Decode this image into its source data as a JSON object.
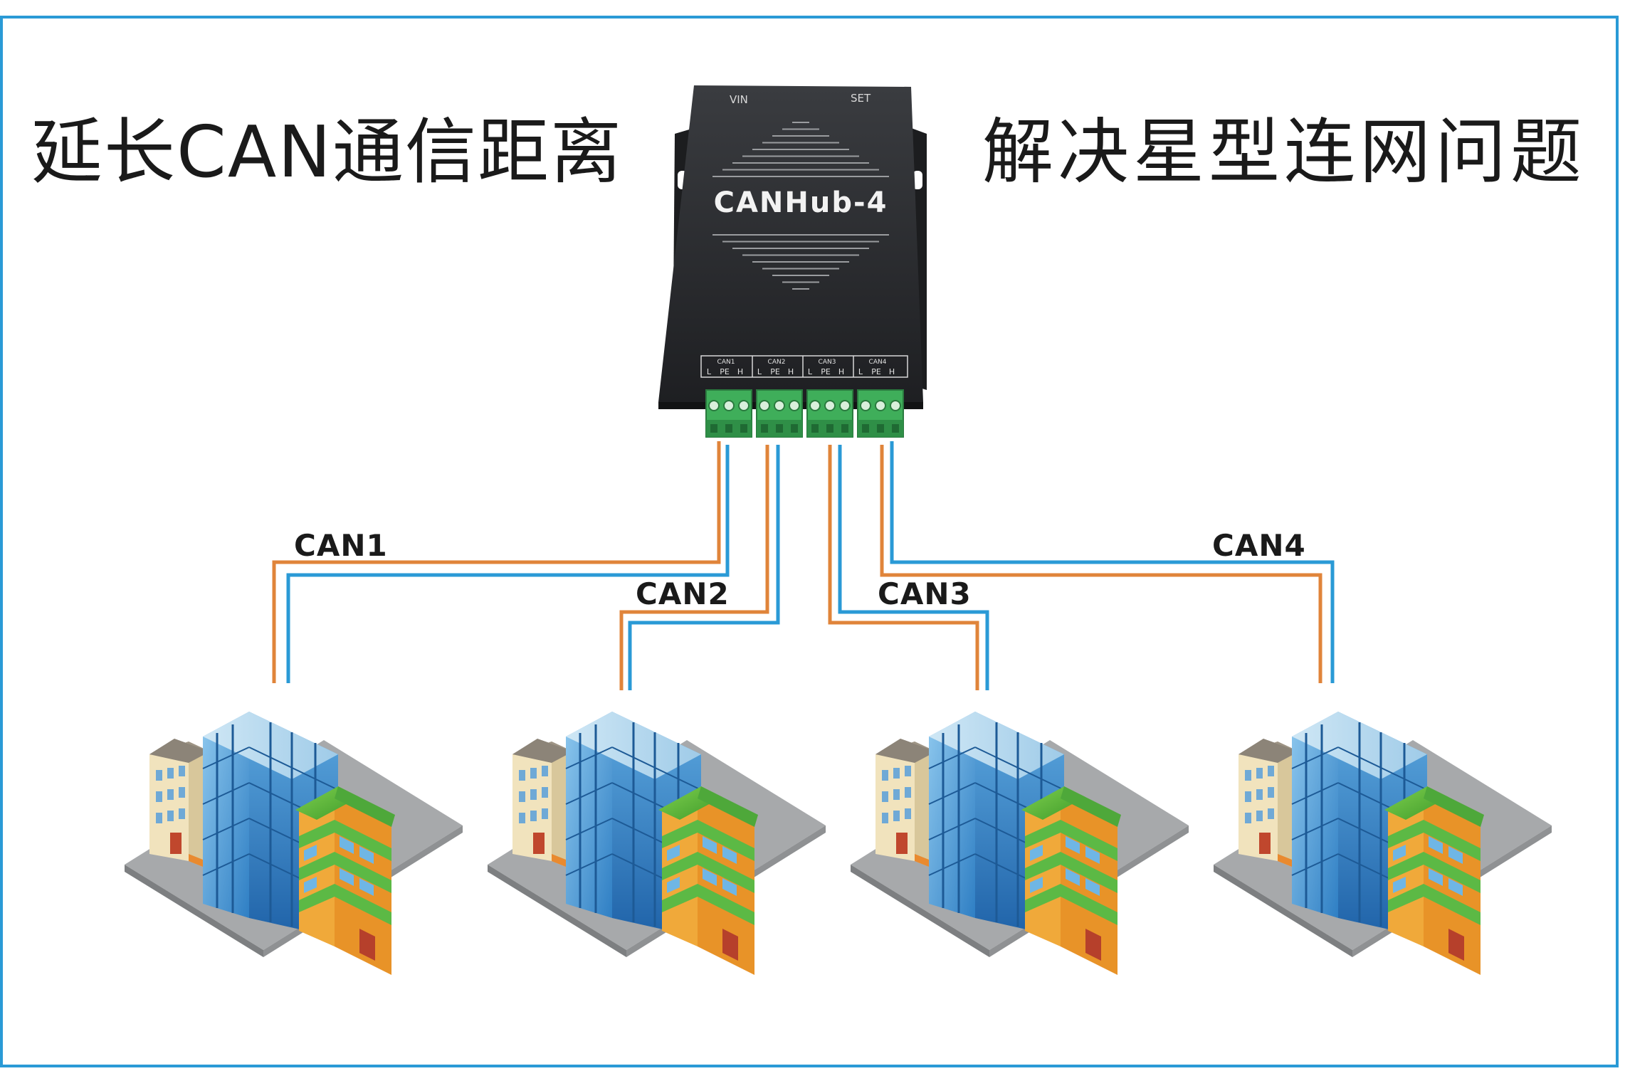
{
  "headline_left": {
    "part1": "延长",
    "part2": "CAN",
    "part3": "通信距离"
  },
  "headline_right": "解决星型连网问题",
  "device": {
    "name": "CANHub-4",
    "vin_label": "VIN",
    "set_label": "SET",
    "body_color": "#2b2d30",
    "ports": [
      {
        "name": "CAN1",
        "pins": [
          "L",
          "PE",
          "H"
        ]
      },
      {
        "name": "CAN2",
        "pins": [
          "L",
          "PE",
          "H"
        ]
      },
      {
        "name": "CAN3",
        "pins": [
          "L",
          "PE",
          "H"
        ]
      },
      {
        "name": "CAN4",
        "pins": [
          "L",
          "PE",
          "H"
        ]
      }
    ]
  },
  "links": [
    {
      "label": "CAN1"
    },
    {
      "label": "CAN2"
    },
    {
      "label": "CAN3"
    },
    {
      "label": "CAN4"
    }
  ],
  "colors": {
    "frame": "#2a9ad6",
    "wire_orange": "#e0843a",
    "wire_blue": "#2a9ad6",
    "terminal_green": "#3fae5a"
  },
  "icons": [
    "building-cluster-icon",
    "building-cluster-icon",
    "building-cluster-icon",
    "building-cluster-icon"
  ]
}
